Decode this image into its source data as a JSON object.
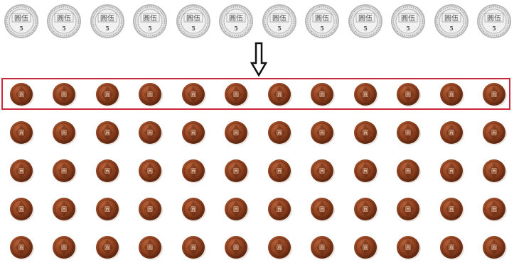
{
  "silver_coin": {
    "count": 12,
    "top_text": "圓伍",
    "numeral": "5",
    "colors": {
      "rim": "#b7b7b7",
      "face": "#f1f1f1",
      "text": "#555555"
    }
  },
  "bronze_coin": {
    "rows": 5,
    "per_row": 12,
    "mark": "圓",
    "colors": {
      "light": "#b8623a",
      "mid": "#8c3f1e",
      "dark": "#5c250f"
    }
  },
  "arrow": {
    "direction": "down",
    "color": "#111111"
  },
  "highlight": {
    "row": 1,
    "color": "#c8283a"
  }
}
